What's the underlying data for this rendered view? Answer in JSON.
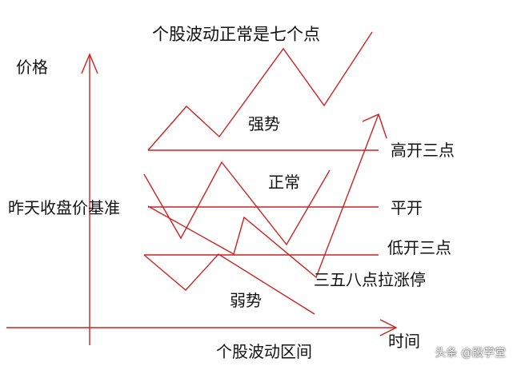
{
  "title": "个股波动正常是七个点",
  "y_axis_label": "价格",
  "x_axis_label": "时间",
  "x_caption": "个股波动区间",
  "baseline_label": "昨天收盘价基准",
  "lines": {
    "high_open": "高开三点",
    "flat_open": "平开",
    "low_open": "低开三点"
  },
  "regions": {
    "strong": "强势",
    "normal": "正常",
    "weak": "弱势"
  },
  "limit_up_label": "三五八点拉涨停",
  "watermark": "头条 @股学堂",
  "colors": {
    "line": "#cc1f1f",
    "text": "#111111"
  }
}
